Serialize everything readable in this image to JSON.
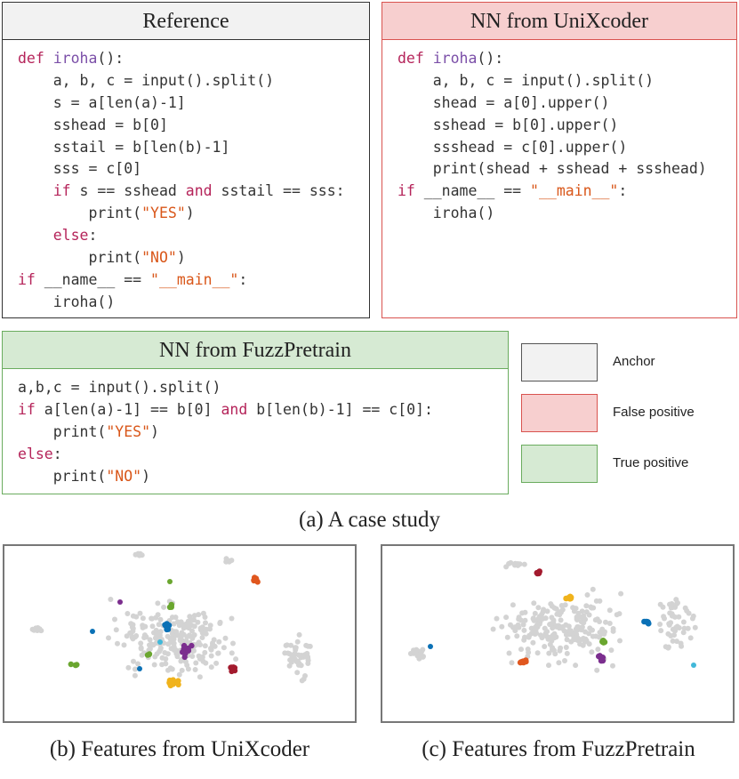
{
  "reference": {
    "title": "Reference",
    "lines": [
      [
        {
          "t": "def ",
          "c": "kw"
        },
        {
          "t": "iroha",
          "c": "fn"
        },
        {
          "t": "():"
        }
      ],
      [
        {
          "t": "    a, b, c = input().split()"
        }
      ],
      [
        {
          "t": "    s = a[len(a)-1]"
        }
      ],
      [
        {
          "t": "    sshead = b[0]"
        }
      ],
      [
        {
          "t": "    sstail = b[len(b)-1]"
        }
      ],
      [
        {
          "t": "    sss = c[0]"
        }
      ],
      [
        {
          "t": "    "
        },
        {
          "t": "if",
          "c": "kw"
        },
        {
          "t": " s == sshead "
        },
        {
          "t": "and",
          "c": "kw"
        },
        {
          "t": " sstail == sss:"
        }
      ],
      [
        {
          "t": "        print("
        },
        {
          "t": "\"YES\"",
          "c": "st"
        },
        {
          "t": ")"
        }
      ],
      [
        {
          "t": "    "
        },
        {
          "t": "else",
          "c": "kw"
        },
        {
          "t": ":"
        }
      ],
      [
        {
          "t": "        print("
        },
        {
          "t": "\"NO\"",
          "c": "st"
        },
        {
          "t": ")"
        }
      ],
      [
        {
          "t": "if",
          "c": "kw"
        },
        {
          "t": " __name__ == "
        },
        {
          "t": "\"__main__\"",
          "c": "st"
        },
        {
          "t": ":"
        }
      ],
      [
        {
          "t": "    iroha()"
        }
      ]
    ]
  },
  "unixcoder_nn": {
    "title": "NN from UniXcoder",
    "lines": [
      [
        {
          "t": "def ",
          "c": "kw"
        },
        {
          "t": "iroha",
          "c": "fn"
        },
        {
          "t": "():"
        }
      ],
      [
        {
          "t": "    a, b, c = input().split()"
        }
      ],
      [
        {
          "t": "    shead = a[0].upper()"
        }
      ],
      [
        {
          "t": "    sshead = b[0].upper()"
        }
      ],
      [
        {
          "t": "    ssshead = c[0].upper()"
        }
      ],
      [
        {
          "t": "    print(shead + sshead + ssshead)"
        }
      ],
      [
        {
          "t": "if",
          "c": "kw"
        },
        {
          "t": " __name__ == "
        },
        {
          "t": "\"__main__\"",
          "c": "st"
        },
        {
          "t": ":"
        }
      ],
      [
        {
          "t": "    iroha()"
        }
      ]
    ]
  },
  "fuzz_nn": {
    "title": "NN from FuzzPretrain",
    "lines": [
      [
        {
          "t": "a,b,c = input().split()"
        }
      ],
      [
        {
          "t": "if",
          "c": "kw"
        },
        {
          "t": " a[len(a)-1] == b[0] "
        },
        {
          "t": "and",
          "c": "kw"
        },
        {
          "t": " b[len(b)-1] == c[0]:"
        }
      ],
      [
        {
          "t": "    print("
        },
        {
          "t": "\"YES\"",
          "c": "st"
        },
        {
          "t": ")"
        }
      ],
      [
        {
          "t": "else",
          "c": "kw"
        },
        {
          "t": ":"
        }
      ],
      [
        {
          "t": "    print("
        },
        {
          "t": "\"NO\"",
          "c": "st"
        },
        {
          "t": ")"
        }
      ]
    ]
  },
  "legend": {
    "anchor": "Anchor",
    "false_positive": "False positive",
    "true_positive": "True positive"
  },
  "captions": {
    "a": "(a) A case study",
    "b": "(b) Features from UniXcoder",
    "c": "(c) Features from FuzzPretrain"
  },
  "colors": {
    "anchor_bg": "#f2f2f2",
    "anchor_border": "#555555",
    "fp_bg": "#f7cfcf",
    "fp_border": "#d9534f",
    "tp_bg": "#d6ead3",
    "tp_border": "#6aac5e",
    "clusters": [
      "#e0571f",
      "#6aa62f",
      "#7b2e8e",
      "#0b71b6",
      "#41b8d9",
      "#f0b31c",
      "#a31b2e"
    ],
    "background_points": "#d3d3d3"
  }
}
